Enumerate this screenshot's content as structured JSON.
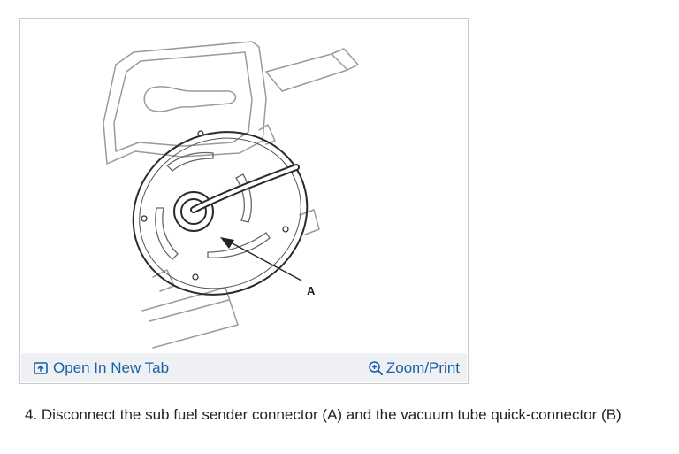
{
  "figure": {
    "callout_label": "A",
    "toolbar": {
      "open_tab_label": "Open In New Tab",
      "open_tab_icon": "open-in-new-tab-icon",
      "zoom_label": "Zoom/Print",
      "zoom_icon": "zoom-in-icon"
    }
  },
  "step": {
    "text": "4. Disconnect the sub fuel sender connector (A) and the vacuum tube quick-connector (B)"
  },
  "colors": {
    "link": "#1a5fa8",
    "toolbar_bg": "#eef0f3",
    "frame_border": "#c9c9c9"
  }
}
